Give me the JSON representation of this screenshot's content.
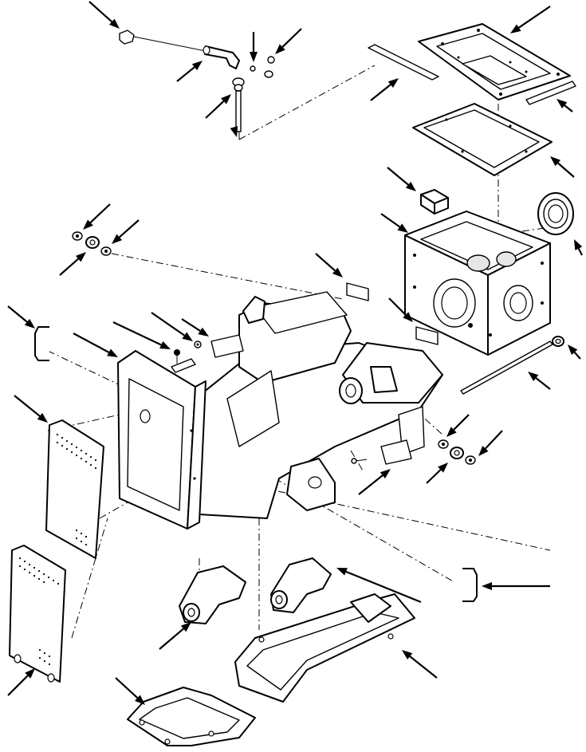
{
  "figure": {
    "style": "exploded-view line drawing",
    "colors": {
      "ink": "#000000",
      "paper": "#ffffff"
    },
    "callout_count": 27,
    "callouts": [
      {
        "id": "a01",
        "target": "adjuster-rod-end"
      },
      {
        "id": "a02",
        "target": "tube-elbow"
      },
      {
        "id": "a03",
        "target": "cotter-pin"
      },
      {
        "id": "a04",
        "target": "pin-washer"
      },
      {
        "id": "a05",
        "target": "vertical-rod"
      },
      {
        "id": "a06",
        "target": "spring-clip"
      },
      {
        "id": "a07",
        "target": "top-cover-plate"
      },
      {
        "id": "a08",
        "target": "side-strip-left"
      },
      {
        "id": "a09",
        "target": "side-strip-right"
      },
      {
        "id": "a10",
        "target": "cover-gasket"
      },
      {
        "id": "a11",
        "target": "small-block"
      },
      {
        "id": "a12",
        "target": "transmission-housing"
      },
      {
        "id": "a13",
        "target": "bearing-cap"
      },
      {
        "id": "a14",
        "target": "nut-left"
      },
      {
        "id": "a15",
        "target": "bushing-left"
      },
      {
        "id": "a16",
        "target": "washer-left"
      },
      {
        "id": "a17",
        "target": "clip-plate-upper"
      },
      {
        "id": "a18",
        "target": "clip-plate-lower"
      },
      {
        "id": "a19",
        "target": "handle-left"
      },
      {
        "id": "a20",
        "target": "front-frame"
      },
      {
        "id": "a21",
        "target": "bolt-small"
      },
      {
        "id": "a22",
        "target": "nut-small"
      },
      {
        "id": "a23",
        "target": "bracket-strip"
      },
      {
        "id": "a24",
        "target": "decal-plate"
      },
      {
        "id": "a25",
        "target": "long-rod"
      },
      {
        "id": "a26",
        "target": "rod-nut"
      },
      {
        "id": "a27",
        "target": "grille-panel-upper"
      }
    ]
  }
}
